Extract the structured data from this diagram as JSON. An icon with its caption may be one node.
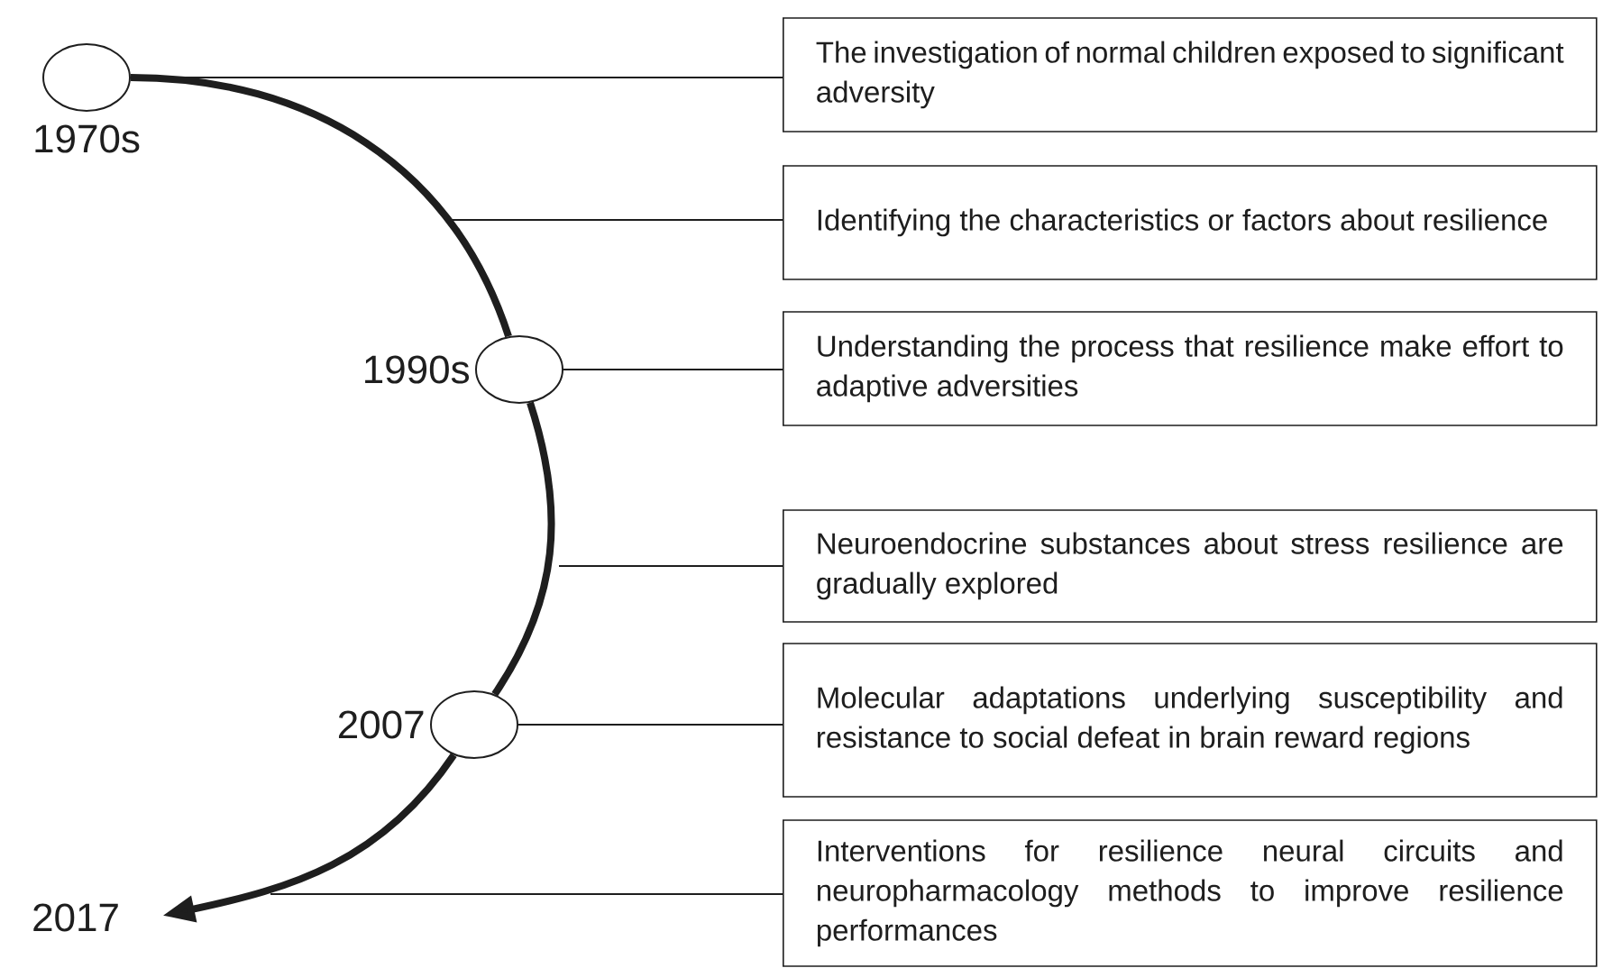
{
  "diagram": {
    "nodes": [
      {
        "text": [],
        "shape": "circle",
        "beside": [
          "1970s"
        ]
      },
      {
        "text": [
          "The investigation of normal children exposed to significant adversity"
        ]
      },
      {
        "text": [
          "Identifying the characteristics or factors about resilience"
        ]
      },
      {
        "text": [],
        "shape": "circle",
        "beside": [
          "1990s"
        ]
      },
      {
        "text": [
          "Understanding the process that resilience make effort to adaptive adversities"
        ]
      },
      {
        "text": [
          "Neuroendocrine substances about stress resilience are gradually explored"
        ]
      },
      {
        "text": [],
        "shape": "circle",
        "beside": [
          "2007"
        ]
      },
      {
        "text": [
          "Molecular adaptations underlying susceptibility and resistance to social defeat in brain reward regions"
        ]
      },
      {
        "text": [
          "Interventions for resilience neural circuits and neuropharmacology methods to improve resilience performances"
        ]
      }
    ],
    "edges": [
      {
        "from": 0,
        "to": 1,
        "arrow": "none"
      },
      {
        "from": null,
        "to": 2,
        "arrow": "none"
      },
      {
        "from": 3,
        "to": 4,
        "arrow": "none"
      },
      {
        "from": null,
        "to": 5,
        "arrow": "none"
      },
      {
        "from": 6,
        "to": 7,
        "arrow": "none"
      },
      {
        "from": null,
        "to": 8,
        "arrow": "none"
      },
      {
        "from": 0,
        "to": 3,
        "arrow": "none",
        "style": "thick"
      },
      {
        "from": 3,
        "to": 6,
        "arrow": "none",
        "style": "thick"
      },
      {
        "from": 6,
        "to": null,
        "arrow": "to",
        "style": "thick"
      }
    ],
    "labels": [
      "2017"
    ]
  }
}
